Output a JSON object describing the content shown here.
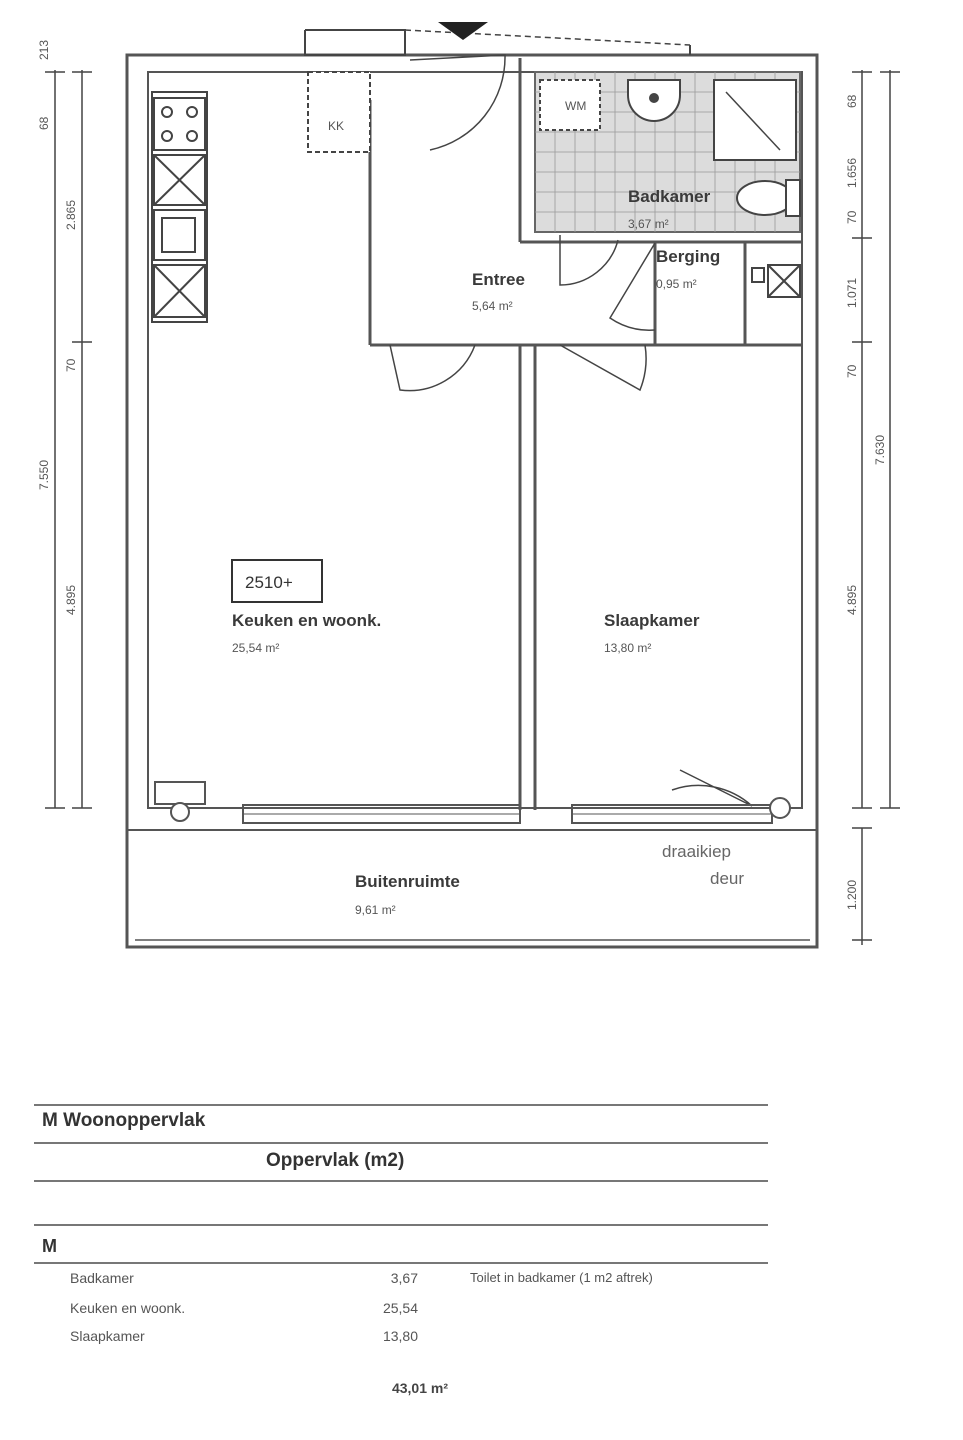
{
  "unit_code": "2510+",
  "rooms": {
    "kitchen_living": {
      "name": "Keuken en woonk.",
      "area": "25,54 m²"
    },
    "bedroom": {
      "name": "Slaapkamer",
      "area": "13,80 m²"
    },
    "entrance": {
      "name": "Entree",
      "area": "5,64 m²"
    },
    "bathroom": {
      "name": "Badkamer",
      "area": "3,67 m²"
    },
    "storage": {
      "name": "Berging",
      "area": "0,95 m²"
    },
    "outdoor": {
      "name": "Buitenruimte",
      "area": "9,61 m²"
    }
  },
  "annotations": {
    "door_line1": "draaikiep",
    "door_line2": "deur",
    "kitchen_fridge": "KK",
    "bath_washer": "WM"
  },
  "dimensions": {
    "left": [
      "213",
      "68",
      "2.865",
      "70",
      "4.895",
      "7.550"
    ],
    "right": [
      "68",
      "1.656",
      "70",
      "1.071",
      "70",
      "4.895",
      "7.630",
      "1.200"
    ]
  },
  "table": {
    "title": "M Woonoppervlak",
    "column": "Oppervlak (m2)",
    "group": "M",
    "rows": [
      {
        "name": "Badkamer",
        "value": "3,67",
        "note": "Toilet in badkamer (1 m2 aftrek)"
      },
      {
        "name": "Keuken en woonk.",
        "value": "25,54",
        "note": ""
      },
      {
        "name": "Slaapkamer",
        "value": "13,80",
        "note": ""
      }
    ],
    "total": "43,01 m²"
  }
}
